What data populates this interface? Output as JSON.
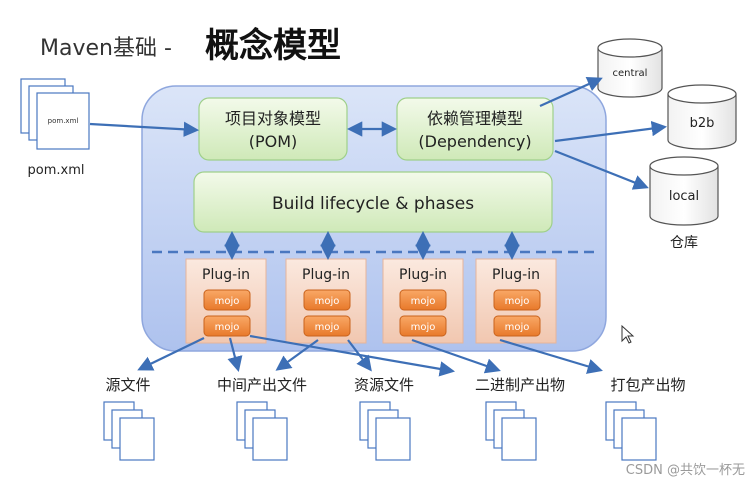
{
  "title": {
    "prefix": "Maven基础 - ",
    "main": "概念模型"
  },
  "pom_file": {
    "doc_label": "pom.xml",
    "caption": "pom.xml"
  },
  "core": {
    "pom_line1": "项目对象模型",
    "pom_line2": "(POM)",
    "dep_line1": "依赖管理模型",
    "dep_line2": "(Dependency)",
    "lifecycle": "Build lifecycle & phases"
  },
  "plugins": [
    {
      "label": "Plug-in",
      "mojos": [
        "mojo",
        "mojo"
      ]
    },
    {
      "label": "Plug-in",
      "mojos": [
        "mojo",
        "mojo"
      ]
    },
    {
      "label": "Plug-in",
      "mojos": [
        "mojo",
        "mojo"
      ]
    },
    {
      "label": "Plug-in",
      "mojos": [
        "mojo",
        "mojo"
      ]
    }
  ],
  "repositories": {
    "central": "central",
    "b2b": "b2b",
    "local": "local",
    "caption": "仓库"
  },
  "outputs": [
    "源文件",
    "中间产出文件",
    "资源文件",
    "二进制产出物",
    "打包产出物"
  ],
  "watermark": "CSDN @共饮一杯无",
  "colors": {
    "container_fill": "#c8d6f4",
    "container_stroke": "#8fa7de",
    "green_box_fill": "#e4f4d6",
    "green_box_stroke": "#9fd08a",
    "plugin_fill": "#f7ddd0",
    "mojo_fill": "#f28c3c",
    "arrow": "#3d6fb6"
  }
}
